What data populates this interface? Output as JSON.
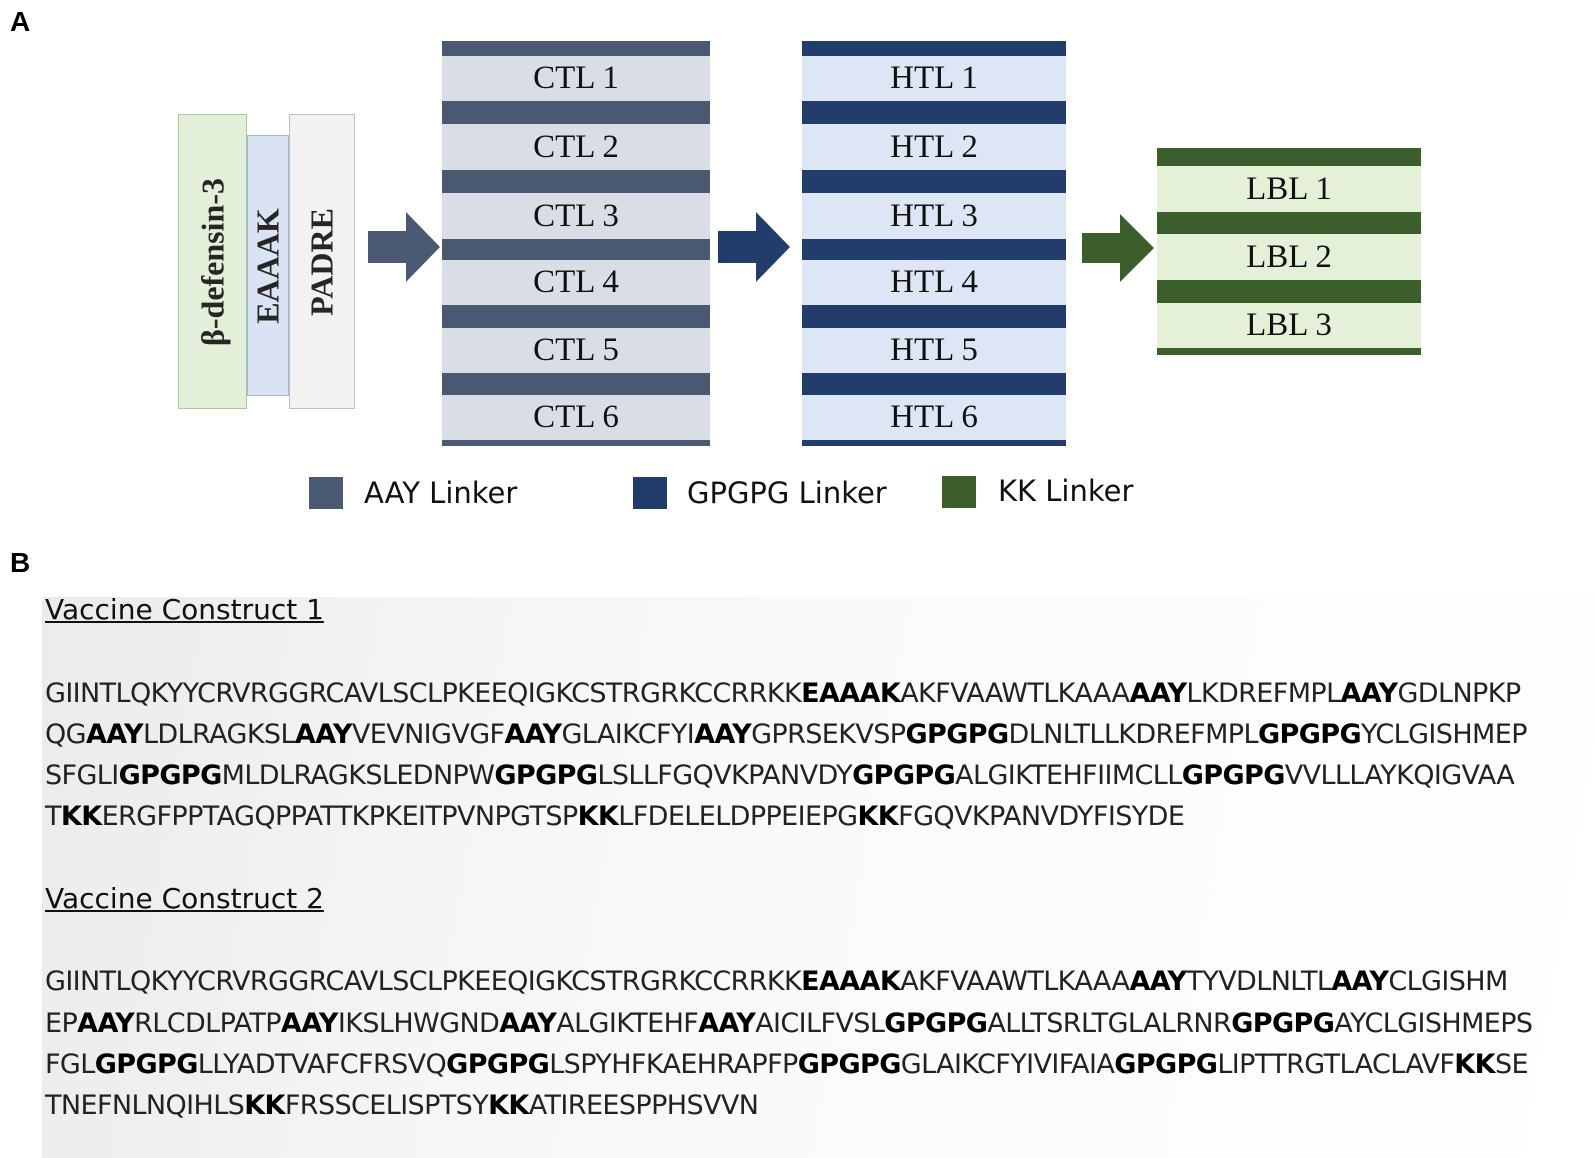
{
  "panels": {
    "a": "A",
    "b": "B"
  },
  "adjuvant": {
    "beta_defensin": "β-defensin-3",
    "eaaak": "EAAAK",
    "padre": "PADRE"
  },
  "ctl_labels": [
    "CTL 1",
    "CTL 2",
    "CTL 3",
    "CTL 4",
    "CTL 5",
    "CTL 6"
  ],
  "htl_labels": [
    "HTL 1",
    "HTL 2",
    "HTL 3",
    "HTL 4",
    "HTL 5",
    "HTL 6"
  ],
  "lbl_labels": [
    "LBL 1",
    "LBL 2",
    "LBL 3"
  ],
  "legend": {
    "aay": "AAY Linker",
    "gpgpg": "GPGPG Linker",
    "kk": "KK Linker"
  },
  "colors": {
    "aay_linker": "#4a5a72",
    "ctl_fill": "#d9dde5",
    "gpgpg_linker": "#223d6b",
    "htl_fill": "#dce6f5",
    "kk_linker": "#3b5e2b",
    "lbl_fill": "#e4f1d8",
    "beta_defensin_fill": "#e2f0d9",
    "eaaak_fill": "#dae3f3",
    "padre_fill": "#f2f2f2"
  },
  "constructs": [
    {
      "title": "Vaccine Construct 1",
      "lines": [
        [
          [
            "GIINTLQKYYCRVRGGRCAVLSCLPKEEQIGKCSTRGRKCCRRKK",
            0
          ],
          [
            "EAAAK",
            1
          ],
          [
            "AKFVAAWTLKAAA",
            0
          ],
          [
            "AAY",
            1
          ],
          [
            "LKDREFMPL",
            0
          ],
          [
            "AAY",
            1
          ],
          [
            "GDLNPKP",
            0
          ]
        ],
        [
          [
            "QG",
            0
          ],
          [
            "AAY",
            1
          ],
          [
            "LDLRAGKSL",
            0
          ],
          [
            "AAY",
            1
          ],
          [
            "VEVNIGVGF",
            0
          ],
          [
            "AAY",
            1
          ],
          [
            "GLAIKCFYI",
            0
          ],
          [
            "AAY",
            1
          ],
          [
            "GPRSEKVSP",
            0
          ],
          [
            "GPGPG",
            1
          ],
          [
            "DLNLTLLKDREFMPL",
            0
          ],
          [
            "GPGPG",
            1
          ],
          [
            "YCLGISHMEP",
            0
          ]
        ],
        [
          [
            "SFGLI",
            0
          ],
          [
            "GPGPG",
            1
          ],
          [
            "MLDLRAGKSLEDNPW",
            0
          ],
          [
            "GPGPG",
            1
          ],
          [
            "LSLLFGQVKPANVDY",
            0
          ],
          [
            "GPGPG",
            1
          ],
          [
            "ALGIKTEHFIIMCLL",
            0
          ],
          [
            "GPGPG",
            1
          ],
          [
            "VVLLLAYKQIGVAA",
            0
          ]
        ],
        [
          [
            "T",
            0
          ],
          [
            "KK",
            1
          ],
          [
            "ERGFPPTAGQPPATTKPKEITPVNPGTSP",
            0
          ],
          [
            "KK",
            1
          ],
          [
            "LFDELELDPPEIEPG",
            0
          ],
          [
            "KK",
            1
          ],
          [
            "FGQVKPANVDYFISYDE",
            0
          ]
        ]
      ]
    },
    {
      "title": "Vaccine Construct 2",
      "lines": [
        [
          [
            "GIINTLQKYYCRVRGGRCAVLSCLPKEEQIGKCSTRGRKCCRRKK",
            0
          ],
          [
            "EAAAK",
            1
          ],
          [
            "AKFVAAWTLKAAA",
            0
          ],
          [
            "AAY",
            1
          ],
          [
            "TYVDLNLTL",
            0
          ],
          [
            "AAY",
            1
          ],
          [
            "CLGISHM",
            0
          ]
        ],
        [
          [
            "EP",
            0
          ],
          [
            "AAY",
            1
          ],
          [
            "RLCDLPATP",
            0
          ],
          [
            "AAY",
            1
          ],
          [
            "IKSLHWGND",
            0
          ],
          [
            "AAY",
            1
          ],
          [
            "ALGIKTEHF",
            0
          ],
          [
            "AAY",
            1
          ],
          [
            "AICILFVSL",
            0
          ],
          [
            "GPGPG",
            1
          ],
          [
            "ALLTSRLTGLALRNR",
            0
          ],
          [
            "GPGPG",
            1
          ],
          [
            "AYCLGISHMEPS",
            0
          ]
        ],
        [
          [
            "FGL",
            0
          ],
          [
            "GPGPG",
            1
          ],
          [
            "LLYADTVAFCFRSVQ",
            0
          ],
          [
            "GPGPG",
            1
          ],
          [
            "LSPYHFKAEHRAPFP",
            0
          ],
          [
            "GPGPG",
            1
          ],
          [
            "GLAIKCFYIVIFAIA",
            0
          ],
          [
            "GPGPG",
            1
          ],
          [
            "LIPTTRGTLACLAVF",
            0
          ],
          [
            "KK",
            1
          ],
          [
            "SE",
            0
          ]
        ],
        [
          [
            "TNEFNLNQIHLS",
            0
          ],
          [
            "KK",
            1
          ],
          [
            "FRSSCELISPTSY",
            0
          ],
          [
            "KK",
            1
          ],
          [
            "ATIREESPPHSVVN",
            0
          ]
        ]
      ]
    }
  ]
}
